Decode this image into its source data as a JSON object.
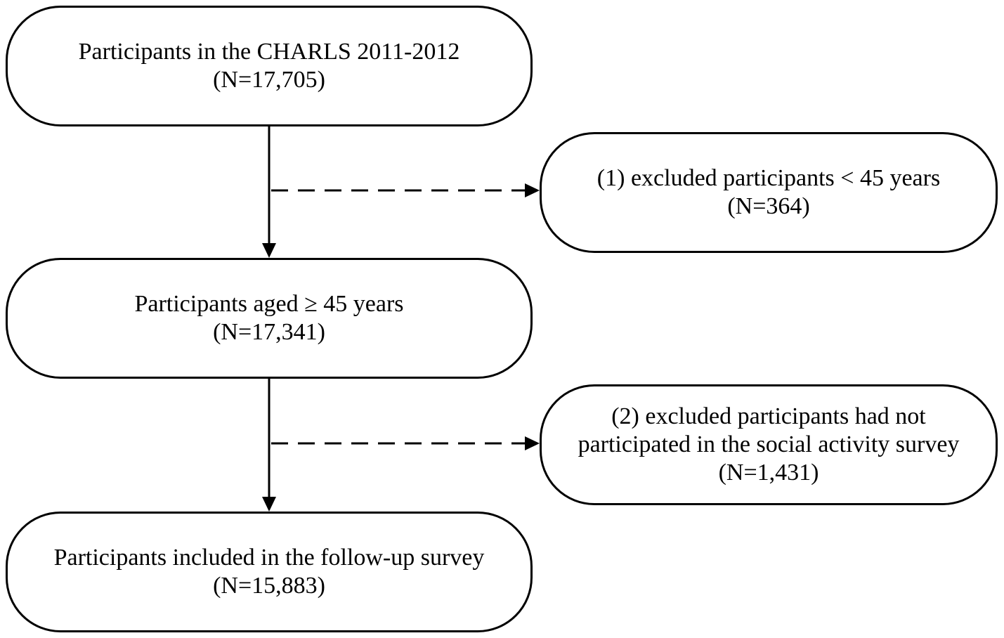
{
  "flow": {
    "step1": {
      "line1": "Participants in the CHARLS 2011-2012",
      "line2": "(N=17,705)"
    },
    "exclusion1": {
      "line1": "(1) excluded participants < 45 years",
      "line2": "(N=364)"
    },
    "step2": {
      "line1": "Participants aged ≥ 45 years",
      "line2": "(N=17,341)"
    },
    "exclusion2": {
      "line1": "(2) excluded participants had not",
      "line2": "participated in the social activity survey",
      "line3": "(N=1,431)"
    },
    "step3": {
      "line1": "Participants included in the follow-up survey",
      "line2": "(N=15,883)"
    }
  },
  "style": {
    "stroke": "#000000",
    "fill": "#ffffff"
  }
}
